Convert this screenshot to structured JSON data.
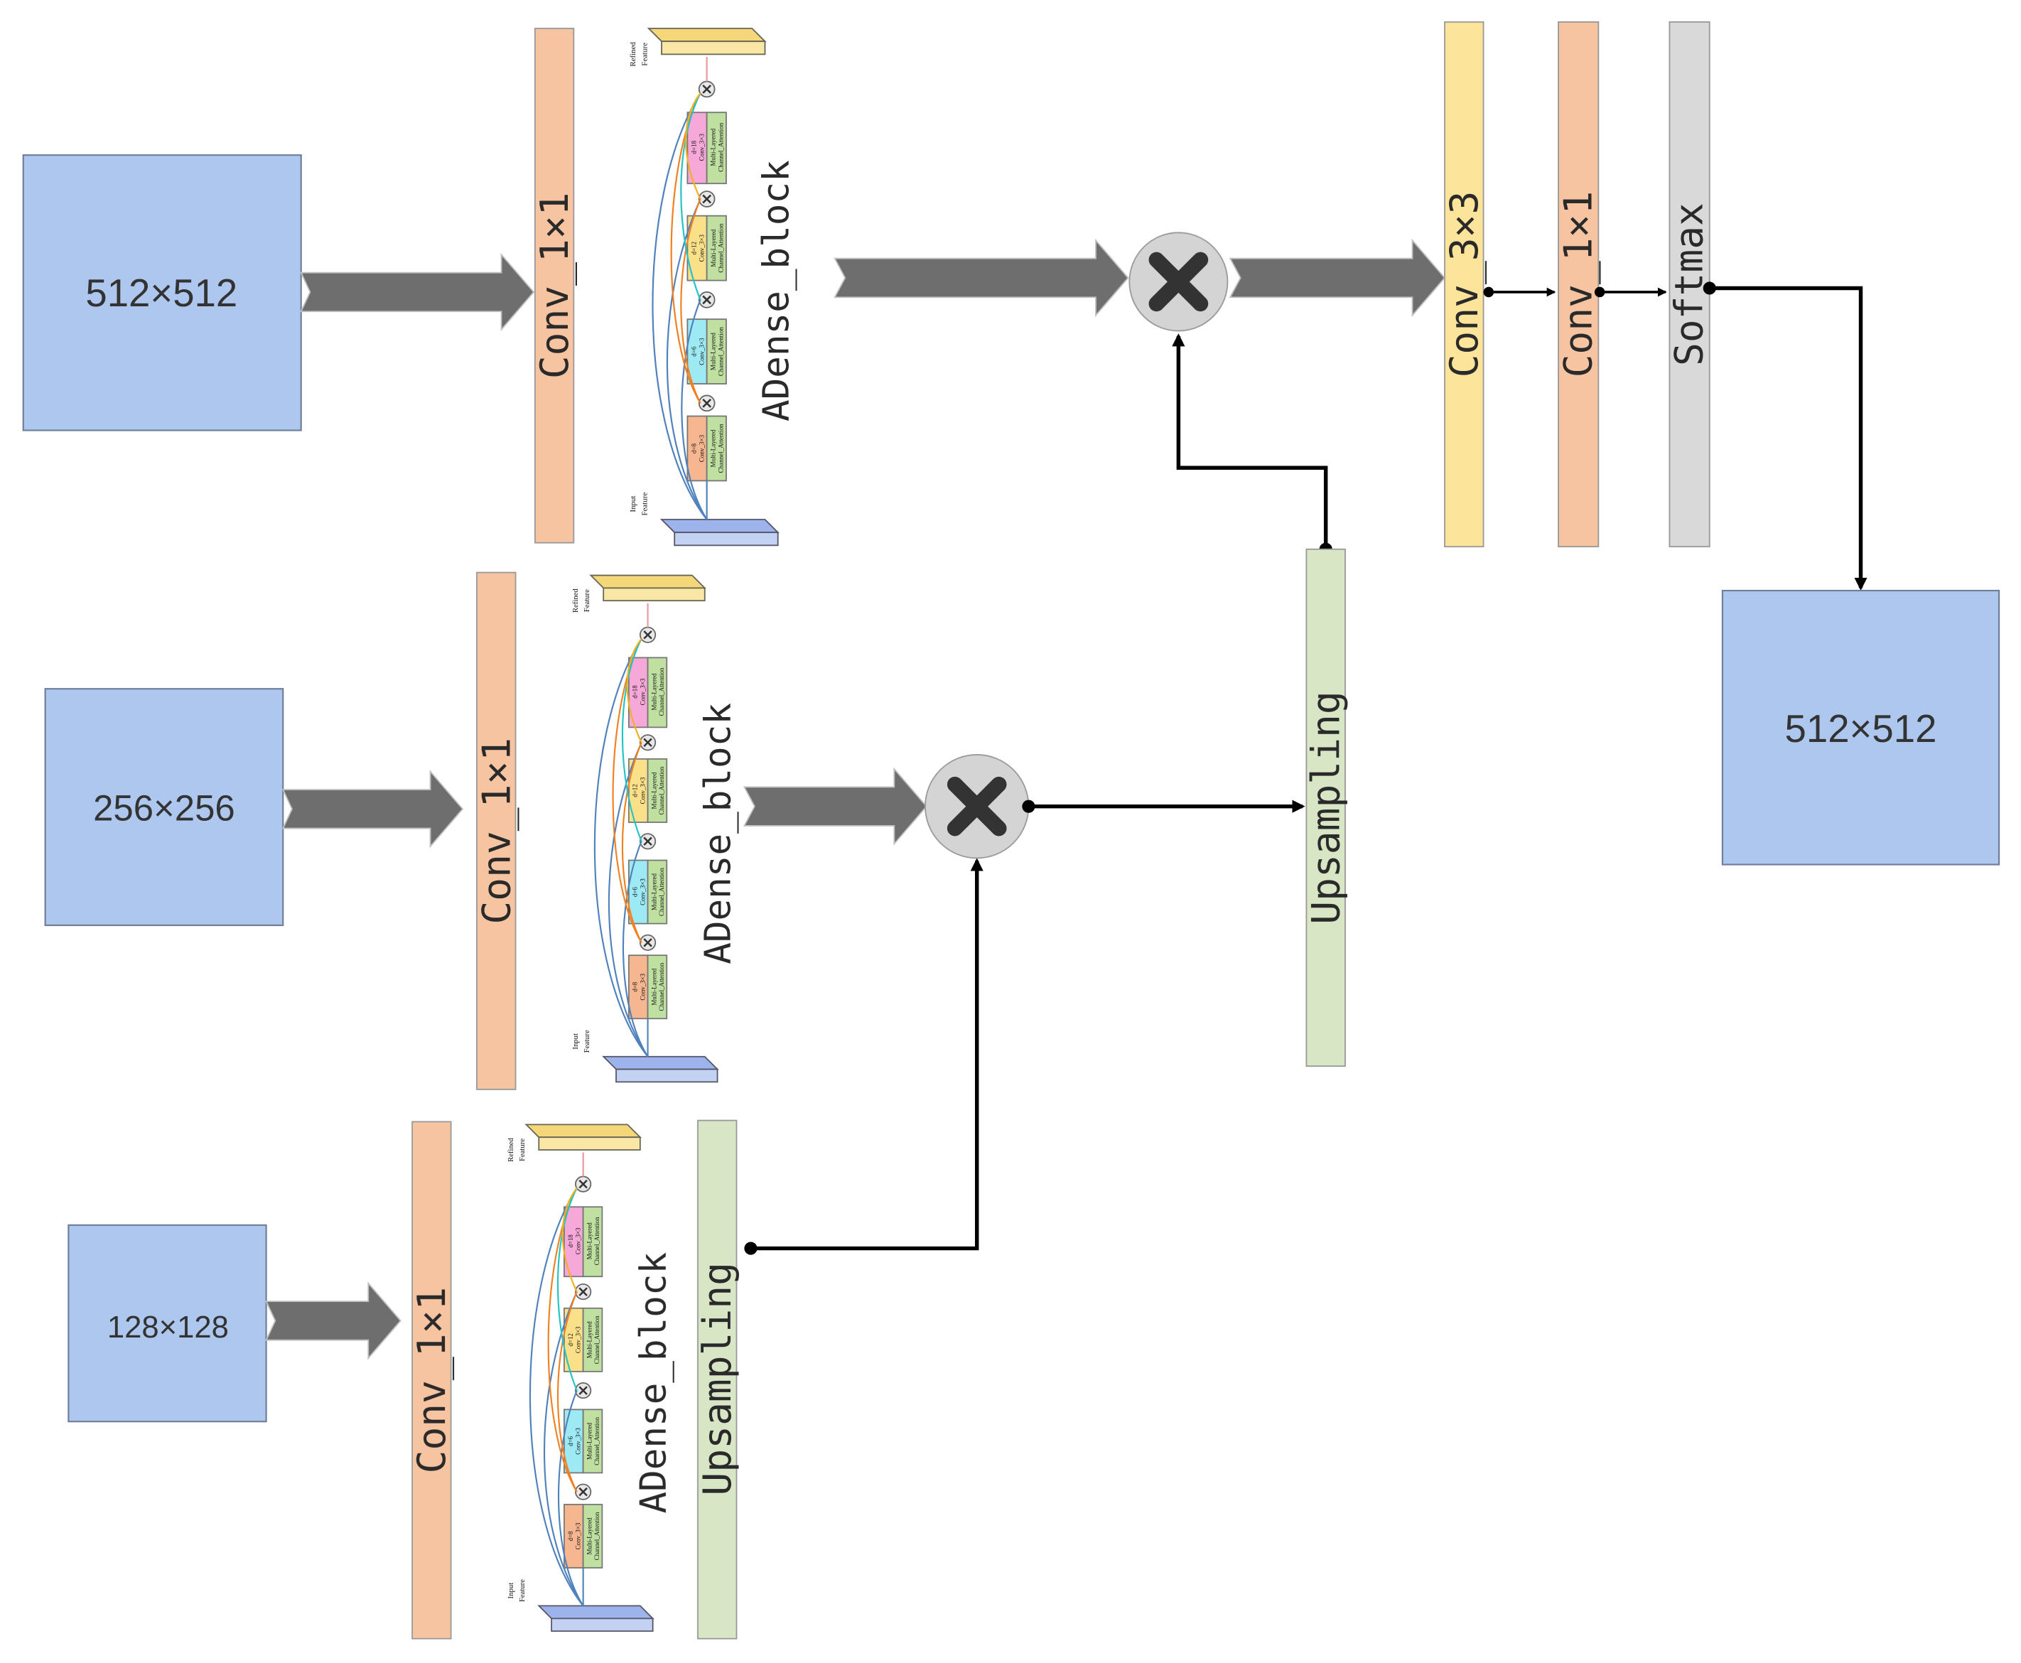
{
  "inputs": {
    "in512": "512×512",
    "in256": "256×256",
    "in128": "128×128"
  },
  "output": "512×512",
  "conv1x1": "Conv_1×1",
  "conv3x3": "Conv_3×3",
  "softmax": "Softmax",
  "upsampling": "Upsampling",
  "adense_block": "ADense_block",
  "mini_block": {
    "input_lines": [
      "Input",
      "Feature"
    ],
    "refined_lines": [
      "Refined",
      "Feature"
    ],
    "unit_lines": [
      "Conv_3×3",
      "Multi-Layered",
      "Channel_Attention"
    ],
    "dilations": [
      "d=8",
      "d=6",
      "d=12",
      "d=18"
    ]
  },
  "colors": {
    "input_box": "#aec7ef",
    "conv1x1": "#f7c4a1",
    "conv3x3": "#fde49b",
    "softmax": "#d9d9d9",
    "upsampling": "#d9e6c5",
    "arrow": "#6e6e6e",
    "multiply_node": "#d4d4d4"
  }
}
